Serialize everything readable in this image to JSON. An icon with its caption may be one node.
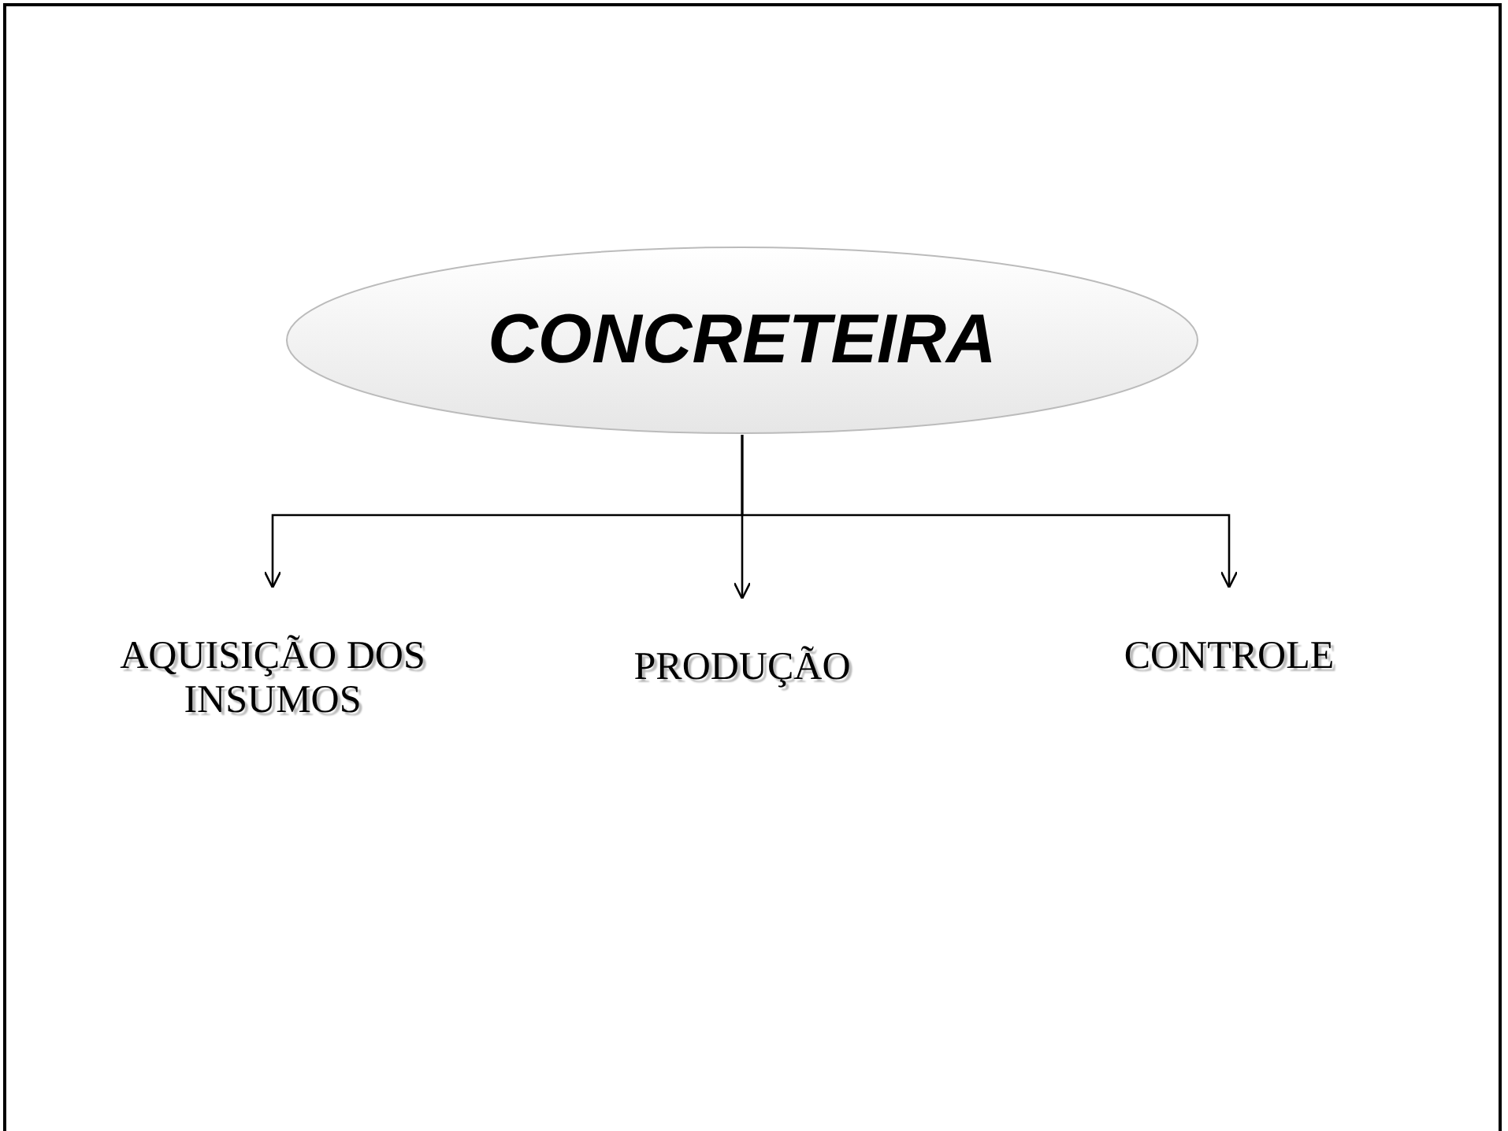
{
  "diagram": {
    "nodes": [
      {
        "text": [
          "CONCRETEIRA"
        ]
      },
      {
        "text": [
          "AQUISIÇÃO DOS INSUMOS"
        ]
      },
      {
        "text": [
          "PRODUÇÃO"
        ]
      },
      {
        "text": [
          "CONTROLE"
        ]
      }
    ],
    "edges": [
      {
        "from": 0,
        "to": 1,
        "arrow": "to"
      },
      {
        "from": 0,
        "to": 2,
        "arrow": "to"
      },
      {
        "from": 0,
        "to": 3,
        "arrow": "to"
      }
    ]
  }
}
